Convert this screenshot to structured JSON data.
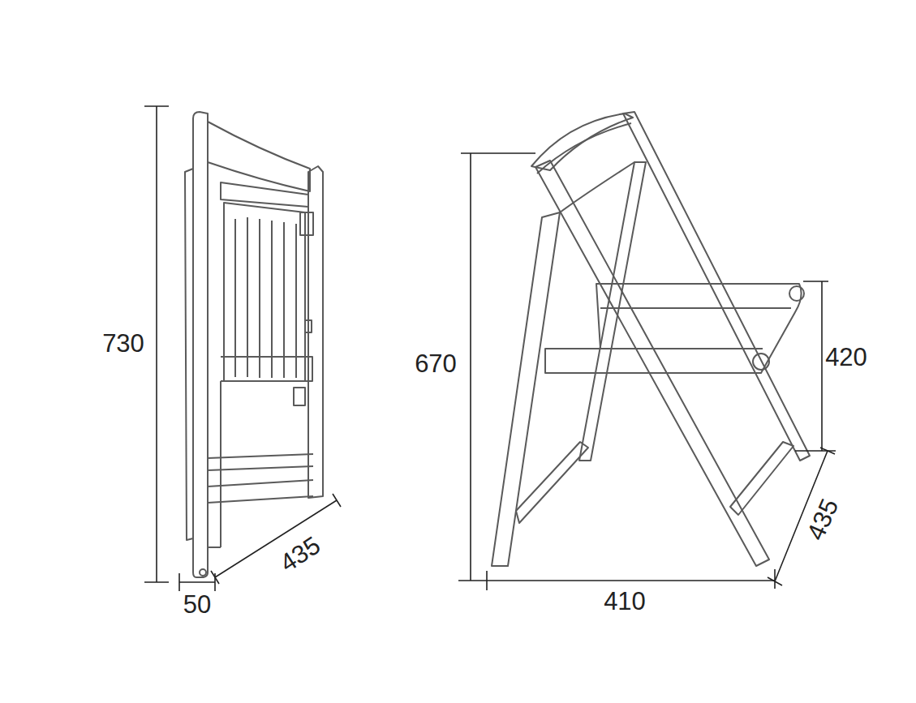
{
  "diagram": {
    "labels": [
      "730",
      "435",
      "50",
      "670",
      "420",
      "435",
      "410"
    ]
  }
}
